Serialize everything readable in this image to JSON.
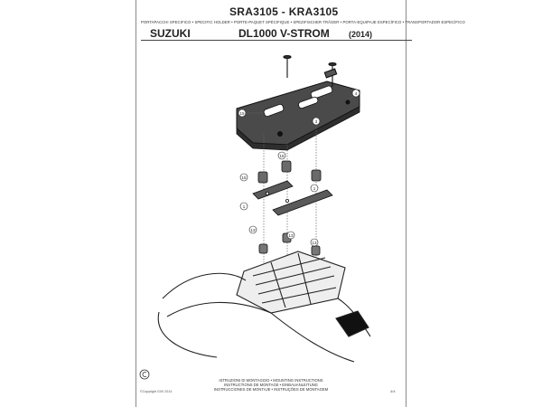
{
  "header": {
    "codes": "SRA3105 - KRA3105",
    "holder_text": "PORTAPACCHI SPECIFICO • SPECIFIC HOLDER • PORTE-PAQUET SPÉCIFIQUE • SPEZIFISCHER TRÄGER • PORTA-EQUIPAJE ESPECÍFICO • TRANSPORTADOR ESPECÍFICO",
    "brand": "SUZUKI",
    "model": "DL1000 V-STROM",
    "year": "(2014)"
  },
  "callouts": [
    "4",
    "15",
    "3",
    "15",
    "15",
    "1",
    "1",
    "13",
    "13",
    "13"
  ],
  "footer": {
    "instructions": [
      "ISTRUZIONI DI MONTAGGIO • MOUNTING INSTRUCTIONS",
      "INSTRUCTIONS DE MONTAGE • EINBAUANLEITUNG",
      "INSTRUCCIONES DE MONTAJE • INSTRUÇÕES DE MONTAGEM"
    ],
    "copyright": "©Copyright GIVI 2014",
    "page": "4/4"
  }
}
